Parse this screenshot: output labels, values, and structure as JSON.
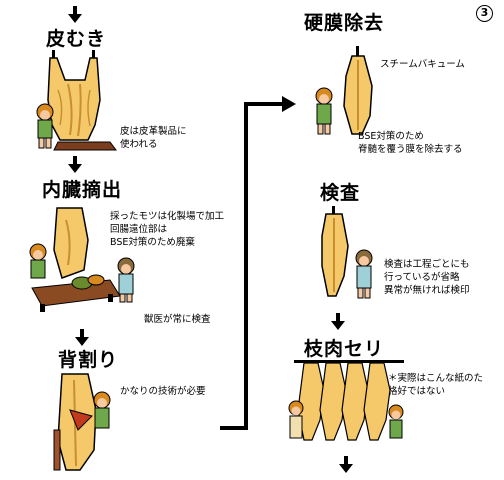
{
  "page_number": "3",
  "colors": {
    "carcass": "#f5c96a",
    "carcass_dark": "#c98f2e",
    "hair": "#d98a1e",
    "skin": "#f6c9a0",
    "dark": "#000000"
  },
  "left": {
    "step1": {
      "title": "皮むき",
      "caption": [
        "皮は皮革製品に",
        "使われる"
      ]
    },
    "step2": {
      "title": "内臓摘出",
      "caption": [
        "採ったモツは化製場で加工",
        "回腸遠位部は",
        "BSE対策のため廃棄"
      ],
      "note": "獣医が常に検査"
    },
    "step3": {
      "title": "背割り",
      "caption": [
        "かなりの技術が必要"
      ]
    }
  },
  "right": {
    "step4": {
      "title": "硬膜除去",
      "tool": "スチームバキューム",
      "caption": [
        "BSE対策のため",
        "脊髄を覆う膜を除去する"
      ]
    },
    "step5": {
      "title": "検査",
      "caption": [
        "検査は工程ごとにも",
        "行っているが省略",
        "異常が無ければ検印"
      ]
    },
    "step6": {
      "title": "枝肉セリ",
      "caption": [
        "＊実際はこんな紙のた",
        "格好ではない"
      ]
    }
  }
}
